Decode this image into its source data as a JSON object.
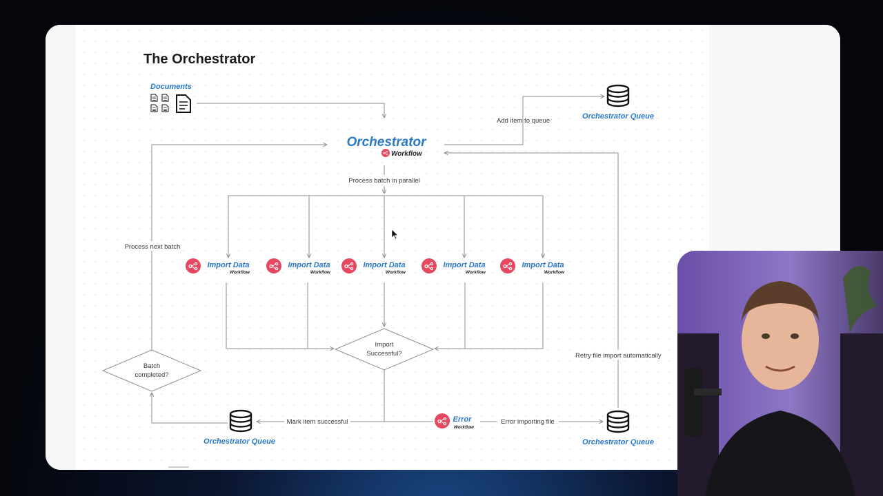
{
  "slide": {
    "title": "The Orchestrator",
    "documents_label": "Documents",
    "orchestrator": {
      "title": "Orchestrator",
      "badge": "Workflow"
    },
    "labels": {
      "add_item": "Add item to queue",
      "process_batch": "Process batch in parallel",
      "process_next": "Process next batch",
      "retry": "Retry file import automatically",
      "mark_success": "Mark item successful",
      "error_importing": "Error importing file"
    },
    "queues": {
      "top": "Orchestrator Queue",
      "bottom_left": "Orchestrator Queue",
      "bottom_right": "Orchestrator Queue"
    },
    "import_nodes": [
      {
        "title": "Import Data",
        "badge": "Workflow"
      },
      {
        "title": "Import Data",
        "badge": "Workflow"
      },
      {
        "title": "Import Data",
        "badge": "Workflow"
      },
      {
        "title": "Import Data",
        "badge": "Workflow"
      },
      {
        "title": "Import Data",
        "badge": "Workflow"
      }
    ],
    "decisions": {
      "import": {
        "line1": "Import",
        "line2": "Successful?"
      },
      "batch": {
        "line1": "Batch",
        "line2": "completed?"
      }
    },
    "error_node": {
      "title": "Error",
      "badge": "Workflow"
    }
  },
  "colors": {
    "accent_blue": "#2a79c4",
    "workflow_red": "#e5485f",
    "line_gray": "#8d8d8d"
  },
  "icons": {
    "documents": "documents-icon",
    "database": "database-icon",
    "workflow": "workflow-icon",
    "cursor": "mouse-cursor-icon"
  }
}
